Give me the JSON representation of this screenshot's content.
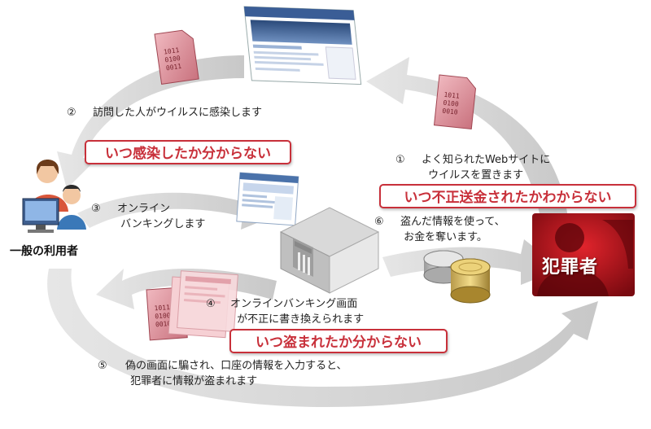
{
  "steps": [
    {
      "num": "①",
      "lines": [
        "よく知られたWebサイトに",
        "ウイルスを置きます"
      ]
    },
    {
      "num": "②",
      "lines": [
        "訪問した人がウイルスに感染します"
      ]
    },
    {
      "num": "③",
      "lines": [
        "オンライン",
        "バンキングします"
      ]
    },
    {
      "num": "④",
      "lines": [
        "オンラインバンキング画面",
        "が不正に書き換えられます"
      ]
    },
    {
      "num": "⑤",
      "lines": [
        "偽の画面に騙され、口座の情報を入力すると、",
        "犯罪者に情報が盗まれます"
      ]
    },
    {
      "num": "⑥",
      "lines": [
        "盗んだ情報を使って、",
        "お金を奪います。"
      ]
    }
  ],
  "warnings": {
    "infection": "いつ感染したか分からない",
    "transfer": "いつ不正送金されたかわからない",
    "stolen": "いつ盗まれたか分からない"
  },
  "actors": {
    "user": "一般の利用者",
    "criminal": "犯罪者"
  },
  "virus_code": [
    "1011",
    "0100",
    "0011",
    "0010"
  ],
  "colors": {
    "warning_red": "#c8303a",
    "virus_pink": "#e8a0a8",
    "criminal_red": "#b8141c",
    "arrow_gray": "#d4d4d4"
  }
}
